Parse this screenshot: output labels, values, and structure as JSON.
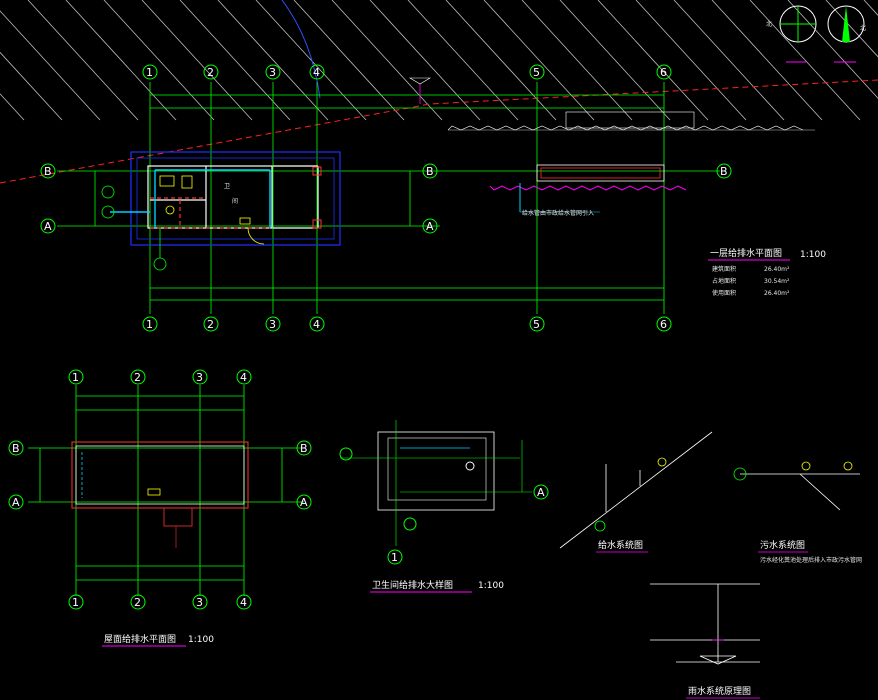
{
  "axis_labels": {
    "plan_main_cols": [
      "1",
      "2",
      "3",
      "4",
      "5",
      "6"
    ],
    "plan_main_rows": [
      "A",
      "B"
    ],
    "roof_cols": [
      "1",
      "2",
      "3",
      "4"
    ],
    "roof_rows": [
      "A",
      "B"
    ],
    "toilet_col": "1",
    "toilet_row": "A"
  },
  "titles": {
    "plan1": "一层给排水平面图",
    "plan1_scale": "1:100",
    "roof": "屋面给排水平面图",
    "roof_scale": "1:100",
    "toilet": "卫生间给排水大样图",
    "toilet_scale": "1:100",
    "supply": "给水系统图",
    "drain": "污水系统图",
    "rain": "雨水系统原理图"
  },
  "areas": [
    {
      "label": "建筑面积",
      "value": "26.40m²"
    },
    {
      "label": "占地面积",
      "value": "30.54m²"
    },
    {
      "label": "使用面积",
      "value": "26.40m²"
    }
  ],
  "north_labels": [
    "北",
    "北"
  ],
  "notes": {
    "pipe_note": "给水管由市政给水管网引入",
    "drain_note": "污水经化粪池处理后排入市政污水管网"
  },
  "colors": {
    "axis": "#00ff00",
    "wall": "#ffffff",
    "building_outline": "#2030ff",
    "supply": "#00d0ff",
    "drain": "#ff3030",
    "fixture": "#ffff00",
    "hatch": "#d0d0d0",
    "dim": "#00ff00",
    "magenta": "#ff00ff"
  }
}
